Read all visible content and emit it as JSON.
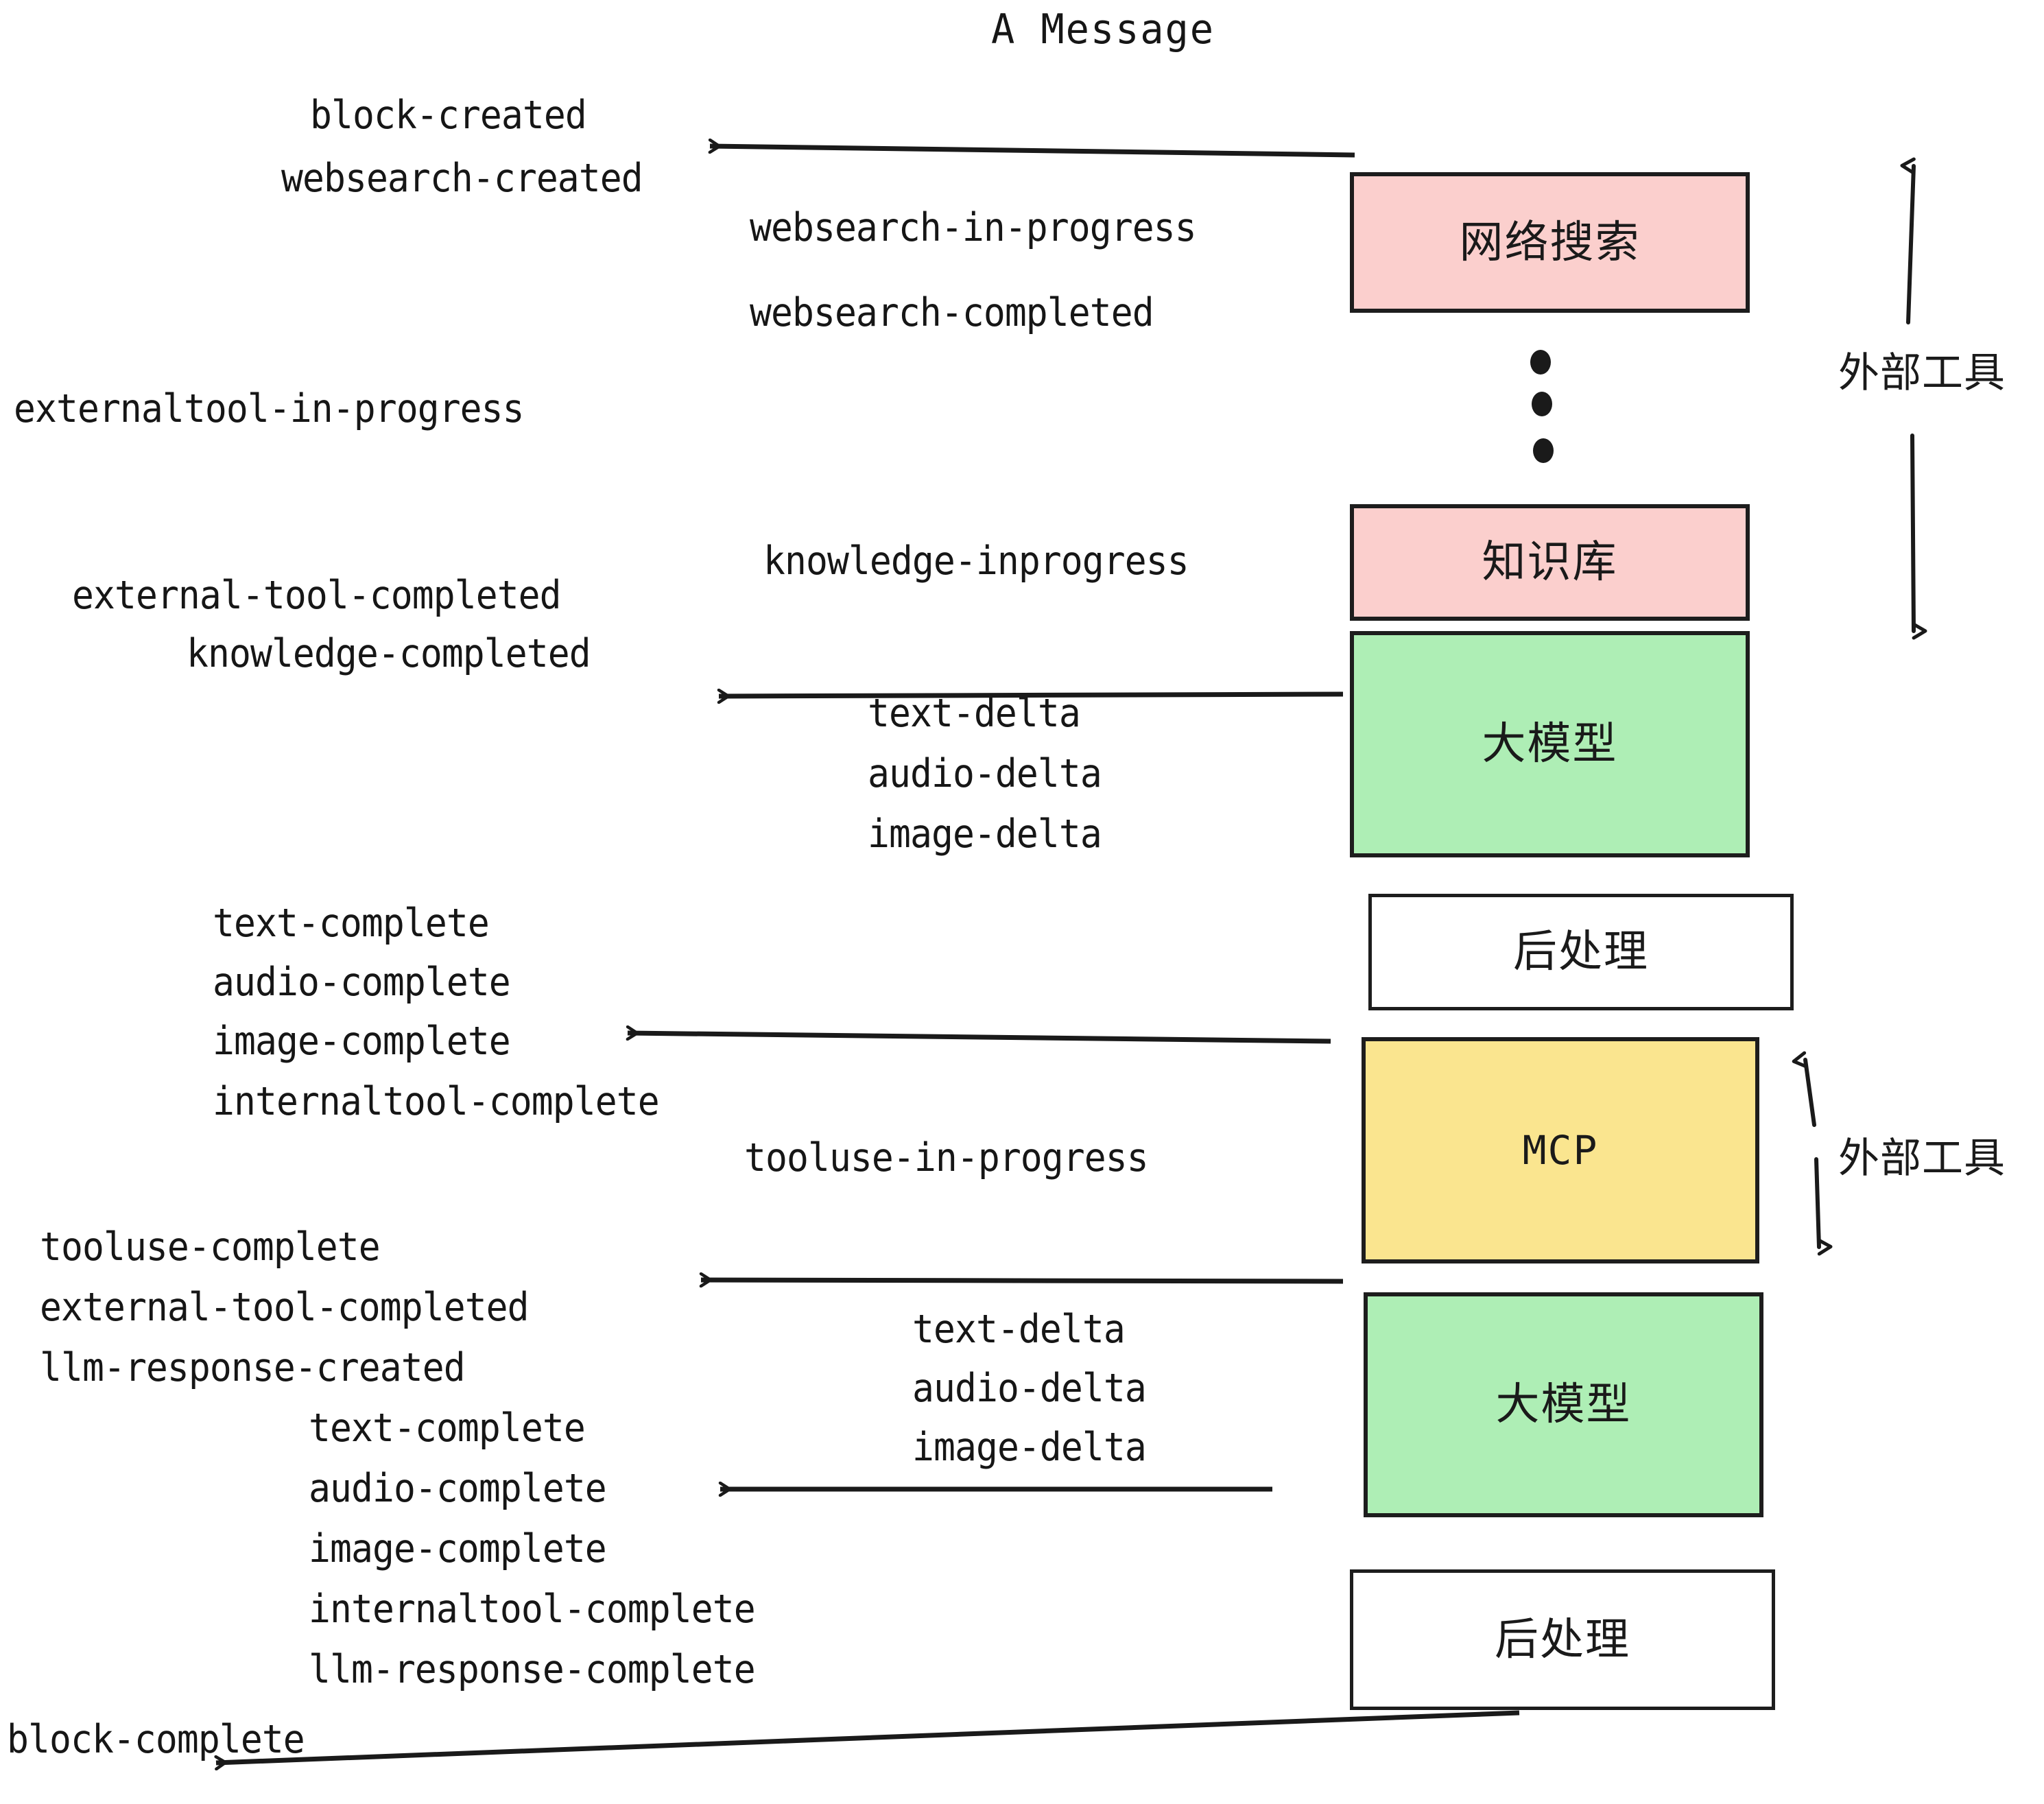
{
  "diagram": {
    "title": "A Message",
    "boxes": [
      {
        "id": "websearch",
        "label": "网络搜索",
        "color": "#fbcfcd",
        "kind": "cjk"
      },
      {
        "id": "knowledge",
        "label": "知识库",
        "color": "#fbcfcd",
        "kind": "cjk"
      },
      {
        "id": "llm-top",
        "label": "大模型",
        "color": "#aeeeb5",
        "kind": "cjk"
      },
      {
        "id": "post-top",
        "label": "后处理",
        "color": "#ffffff",
        "kind": "cjk"
      },
      {
        "id": "mcp",
        "label": "MCP",
        "color": "#fae58f",
        "kind": "mono"
      },
      {
        "id": "llm-bottom",
        "label": "大模型",
        "color": "#aeeeb5",
        "kind": "cjk"
      },
      {
        "id": "post-bottom",
        "label": "后处理",
        "color": "#ffffff",
        "kind": "cjk"
      }
    ],
    "group_labels": [
      {
        "id": "external-tools-top",
        "label": "外部工具"
      },
      {
        "id": "external-tools-bottom",
        "label": "外部工具"
      }
    ],
    "events": [
      {
        "id": "e01",
        "text": "block-created"
      },
      {
        "id": "e02",
        "text": "websearch-created"
      },
      {
        "id": "e03",
        "text": "websearch-in-progress"
      },
      {
        "id": "e04",
        "text": "websearch-completed"
      },
      {
        "id": "e05",
        "text": "externaltool-in-progress"
      },
      {
        "id": "e06",
        "text": "knowledge-inprogress"
      },
      {
        "id": "e07",
        "text": "external-tool-completed"
      },
      {
        "id": "e08",
        "text": "knowledge-completed"
      },
      {
        "id": "e09",
        "text": "text-delta"
      },
      {
        "id": "e10",
        "text": "audio-delta"
      },
      {
        "id": "e11",
        "text": "image-delta"
      },
      {
        "id": "e12",
        "text": "text-complete"
      },
      {
        "id": "e13",
        "text": "audio-complete"
      },
      {
        "id": "e14",
        "text": "image-complete"
      },
      {
        "id": "e15",
        "text": "internaltool-complete"
      },
      {
        "id": "e16",
        "text": "tooluse-in-progress"
      },
      {
        "id": "e17",
        "text": "tooluse-complete"
      },
      {
        "id": "e18",
        "text": "external-tool-completed"
      },
      {
        "id": "e19",
        "text": "llm-response-created"
      },
      {
        "id": "e20",
        "text": "text-delta"
      },
      {
        "id": "e21",
        "text": "audio-delta"
      },
      {
        "id": "e22",
        "text": "image-delta"
      },
      {
        "id": "e23",
        "text": "text-complete"
      },
      {
        "id": "e24",
        "text": "audio-complete"
      },
      {
        "id": "e25",
        "text": "image-complete"
      },
      {
        "id": "e26",
        "text": "internaltool-complete"
      },
      {
        "id": "e27",
        "text": "llm-response-complete"
      },
      {
        "id": "e28",
        "text": "block-complete"
      }
    ],
    "colors": {
      "pink": "#fbcfcd",
      "green": "#aeeeb5",
      "yellow": "#fae58f",
      "white": "#ffffff",
      "stroke": "#1d1d1d",
      "text": "#161616",
      "background": "#ffffff"
    }
  }
}
